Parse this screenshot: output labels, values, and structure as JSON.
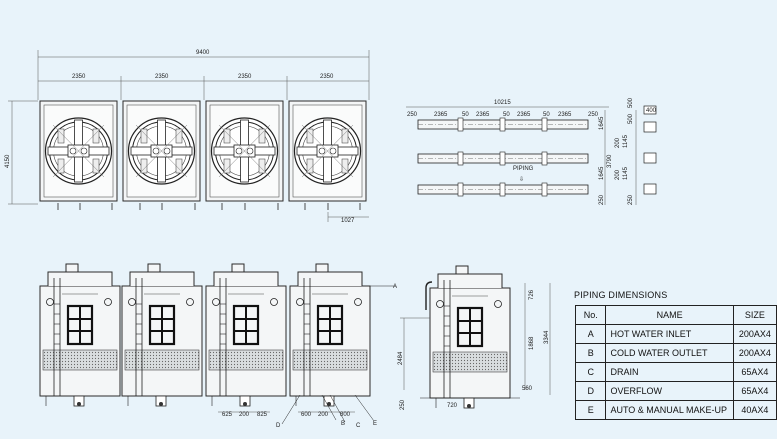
{
  "top_view": {
    "overall_width": "9400",
    "unit_width": "2350",
    "unit_widths": [
      "2350",
      "2350",
      "2350",
      "2350"
    ],
    "height": "4150",
    "offset": "1027"
  },
  "plan_view": {
    "overall_length": "10215",
    "segments": [
      "250",
      "2365",
      "50",
      "2365",
      "50",
      "2365",
      "50",
      "2365",
      "250"
    ],
    "right_dims": [
      "500",
      "400"
    ],
    "vertical_dims": [
      "1645",
      "3790",
      "200",
      "1145",
      "1645",
      "1145",
      "200",
      "250",
      "500",
      "250"
    ],
    "piping_label": "PIPING",
    "piping_arrow": "⇩"
  },
  "front_view": {
    "label_a": "A",
    "bottom_dims": [
      "625",
      "200",
      "825",
      "600",
      "200",
      "800"
    ],
    "callouts": [
      "D",
      "B",
      "C",
      "E"
    ]
  },
  "side_view": {
    "dims": [
      "2484",
      "726",
      "1868",
      "3344",
      "560",
      "250",
      "720"
    ]
  },
  "piping": {
    "title": "PIPING DIMENSIONS",
    "headers": [
      "No.",
      "NAME",
      "SIZE"
    ],
    "rows": [
      {
        "no": "A",
        "name": "HOT WATER INLET",
        "size": "200AX4"
      },
      {
        "no": "B",
        "name": "COLD WATER OUTLET",
        "size": "200AX4"
      },
      {
        "no": "C",
        "name": "DRAIN",
        "size": "65AX4"
      },
      {
        "no": "D",
        "name": "OVERFLOW",
        "size": "65AX4"
      },
      {
        "no": "E",
        "name": "AUTO & MANUAL MAKE-UP",
        "size": "40AX4"
      }
    ]
  }
}
